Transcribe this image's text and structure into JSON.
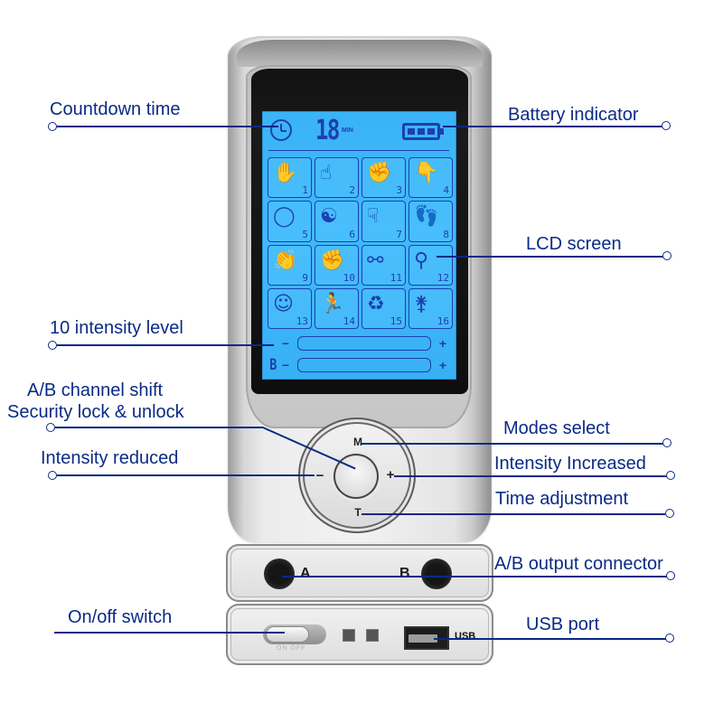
{
  "device": {
    "lcd": {
      "timer_value": "18",
      "timer_unit": "MIN",
      "clock_icon": "clock-icon",
      "battery_icon": "battery-full-icon",
      "modes": [
        {
          "num": "1",
          "icon": "✋"
        },
        {
          "num": "2",
          "icon": "☝"
        },
        {
          "num": "3",
          "icon": "✊"
        },
        {
          "num": "4",
          "icon": "👇"
        },
        {
          "num": "5",
          "icon": "◯"
        },
        {
          "num": "6",
          "icon": "☯"
        },
        {
          "num": "7",
          "icon": "☟"
        },
        {
          "num": "8",
          "icon": "👣"
        },
        {
          "num": "9",
          "icon": "👏"
        },
        {
          "num": "10",
          "icon": "✊"
        },
        {
          "num": "11",
          "icon": "⚯"
        },
        {
          "num": "12",
          "icon": "⚲"
        },
        {
          "num": "13",
          "icon": "☺"
        },
        {
          "num": "14",
          "icon": "🏃"
        },
        {
          "num": "15",
          "icon": "♻"
        },
        {
          "num": "16",
          "icon": "⚵"
        }
      ],
      "channel_a_label": "",
      "channel_b_label": "B",
      "minus": "−",
      "plus": "+"
    },
    "buttons": {
      "mode": "M",
      "time": "T",
      "minus": "−",
      "plus": "+"
    },
    "connectors": {
      "a": "A",
      "b": "B",
      "usb": "USB",
      "switch_text": "ON   OFF"
    }
  },
  "callouts": {
    "countdown_time": "Countdown time",
    "battery_indicator": "Battery indicator",
    "lcd_screen": "LCD screen",
    "intensity_level": "10 intensity level",
    "ab_shift_line1": "A/B channel shift",
    "ab_shift_line2": "Security lock & unlock",
    "modes_select": "Modes select",
    "intensity_reduced": "Intensity reduced",
    "intensity_increased": "Intensity Increased",
    "time_adjustment": "Time adjustment",
    "ab_output": "A/B output connector",
    "onoff_switch": "On/off switch",
    "usb_port": "USB port"
  },
  "colors": {
    "label": "#0a2a86",
    "lcd": "#40b8fa",
    "lcd_ink": "#1d3fb0"
  }
}
